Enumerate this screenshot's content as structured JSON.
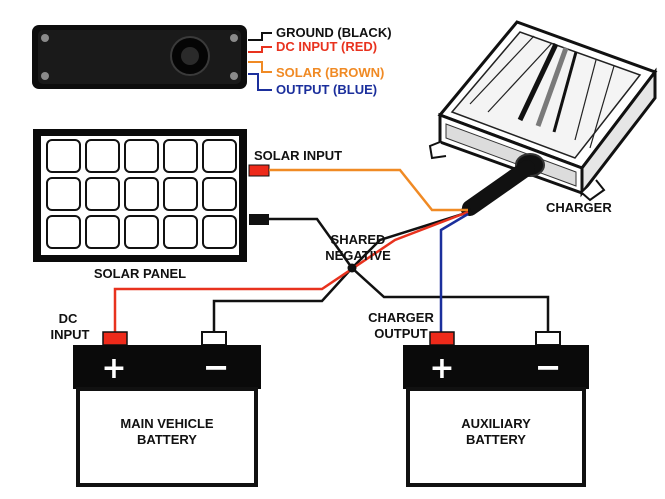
{
  "connector": {
    "pins": [
      {
        "label": "GROUND (BLACK)",
        "color": "#111111"
      },
      {
        "label": "DC INPUT (RED)",
        "color": "#e8321e"
      },
      {
        "label": "SOLAR (BROWN)",
        "color": "#f08a24"
      },
      {
        "label": "OUTPUT (BLUE)",
        "color": "#1b2f9c"
      }
    ]
  },
  "labels": {
    "solar_input": "SOLAR INPUT",
    "charger": "CHARGER",
    "shared_line1": "SHARED",
    "shared_line2": "NÈGATIVE",
    "solar_panel": "SOLAR PANEL",
    "dc_input_line1": "DC",
    "dc_input_line2": "INPUT",
    "charger_output_line1": "CHARGER",
    "charger_output_line2": "OUTPUT"
  },
  "batteries": [
    {
      "name_line1": "MAIN VEHICLE",
      "name_line2": "BATTERY",
      "plus": "+",
      "minus": "−"
    },
    {
      "name_line1": "AUXILIARY",
      "name_line2": "BATTERY",
      "plus": "+",
      "minus": "−"
    }
  ],
  "colors": {
    "wire_red": "#e8321e",
    "wire_orange": "#f08a24",
    "wire_blue": "#1b2f9c",
    "wire_black": "#111111",
    "terminal_red": "#ee2a1a"
  }
}
